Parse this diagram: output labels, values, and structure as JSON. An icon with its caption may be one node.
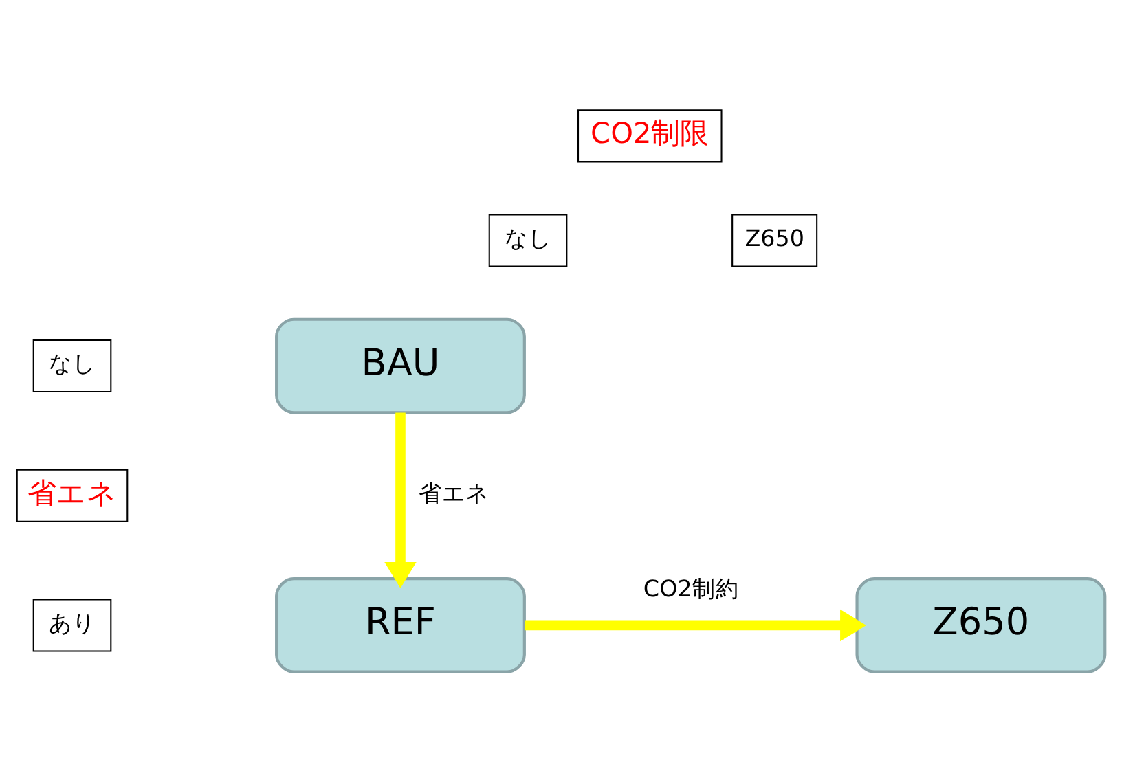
{
  "diagram": {
    "nodes": [
      {
        "text": [
          "CO2制限"
        ]
      },
      {
        "text": [
          "なし"
        ]
      },
      {
        "text": [
          "Z650"
        ]
      },
      {
        "text": [
          "なし"
        ]
      },
      {
        "text": [
          "BAU"
        ]
      },
      {
        "text": [
          "省エネ"
        ]
      },
      {
        "text": [
          "あり"
        ]
      },
      {
        "text": [
          "REF"
        ]
      },
      {
        "text": [
          "Z650"
        ]
      }
    ],
    "edges": [
      {
        "from": 4,
        "to": 7,
        "arrow": "to",
        "label": "省エネ"
      },
      {
        "from": 7,
        "to": 8,
        "arrow": "to",
        "label": "CO2制約"
      }
    ]
  }
}
